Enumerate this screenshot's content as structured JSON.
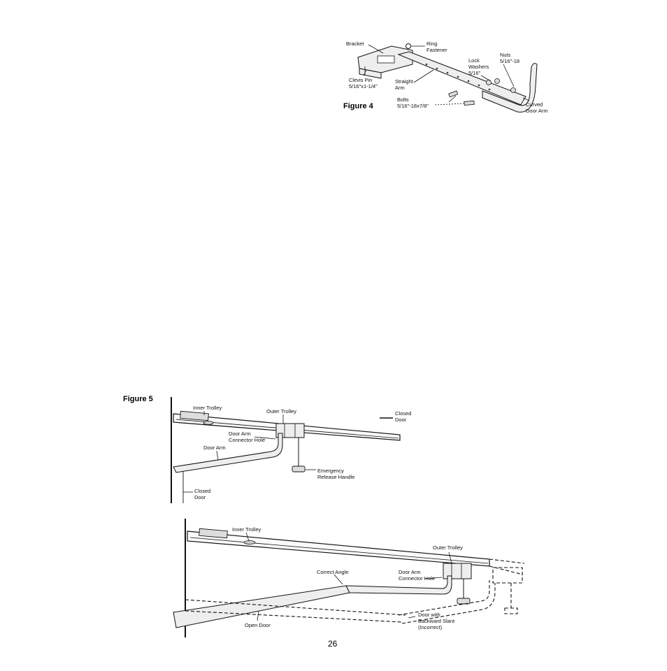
{
  "figure4": {
    "caption": "Figure 4",
    "labels": {
      "bracket": "Bracket",
      "ring": "Ring",
      "fastener": "Fastener",
      "nuts": "Nuts",
      "nuts_size": "5/16\"-18",
      "lock": "Lock",
      "washers": "Washers",
      "washers_size": "5/16\"",
      "clevis": "Clevis Pin",
      "clevis_size": "5/16\"x1-1/4\"",
      "straight": "Straight",
      "arm": "Arm",
      "bolts": "Bolts",
      "bolts_size": "5/16\"-18x7/8\"",
      "curved": "Curved",
      "door_arm": "Door Arm"
    }
  },
  "figure5": {
    "caption": "Figure 5",
    "top": {
      "inner_trolley": "Inner Trolley",
      "outer_trolley": "Outer Trolley",
      "closed_door_legend": "Closed",
      "closed_door_legend_2": "Door",
      "door_arm_connector": "Door Arm",
      "door_arm_connector_2": "Connector Hole",
      "door_arm": "Door Arm",
      "emergency": "Emergency",
      "release_handle": "Release Handle",
      "closed_door": "Closed",
      "closed_door_2": "Door"
    },
    "bottom": {
      "inner_trolley": "Inner Trolley",
      "outer_trolley": "Outer Trolley",
      "correct_angle": "Correct Angle",
      "door_arm_connector": "Door Arm",
      "door_arm_connector_2": "Connector Hole",
      "open_door": "Open Door",
      "backward": "Door with",
      "backward_2": "Backward Slant",
      "backward_3": "(Incorrect)"
    }
  },
  "page_number": "26"
}
